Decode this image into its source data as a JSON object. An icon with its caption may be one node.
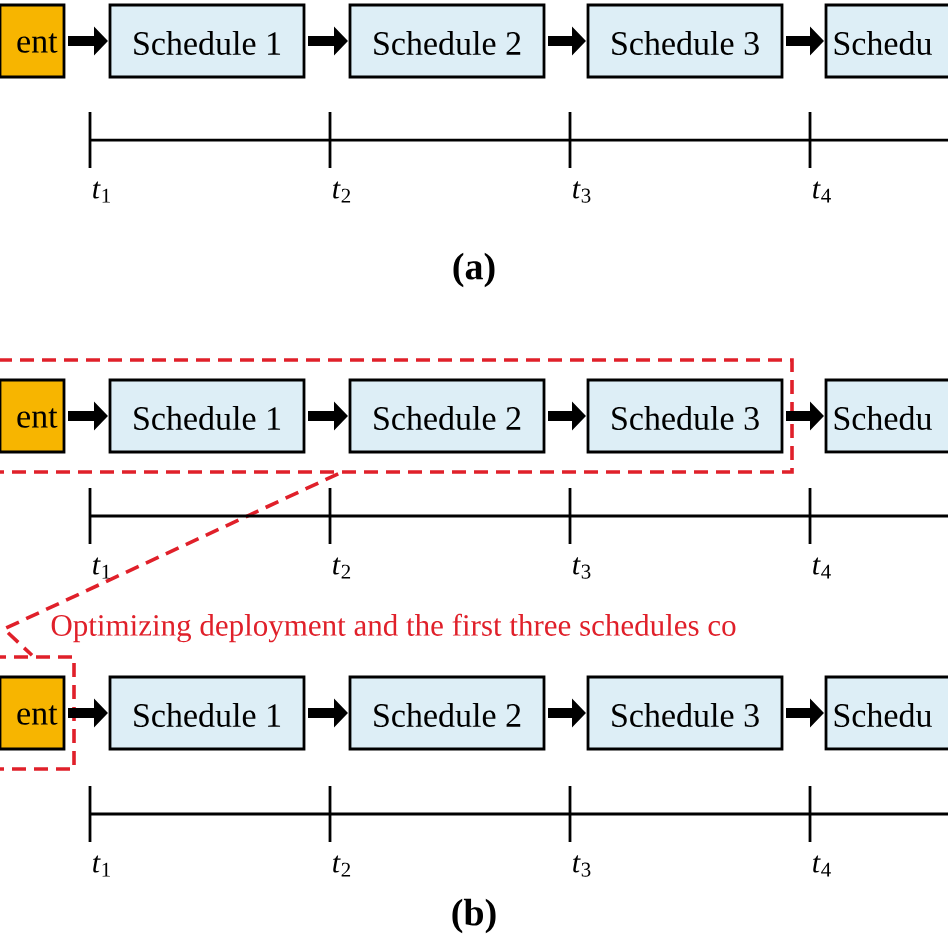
{
  "diagram": {
    "nodes": [
      {
        "text": [
          "ent"
        ]
      },
      {
        "text": [
          "Schedule 1"
        ]
      },
      {
        "text": [
          "Schedule 2"
        ]
      },
      {
        "text": [
          "Schedule 3"
        ]
      },
      {
        "text": [
          "Schedu"
        ]
      },
      {
        "text": [],
        "shape": "box"
      },
      {
        "text": [
          "ent"
        ],
        "in": 5
      },
      {
        "text": [
          "Schedule 1"
        ],
        "in": 5
      },
      {
        "text": [
          "Schedule 2"
        ],
        "in": 5
      },
      {
        "text": [
          "Schedule 3"
        ],
        "in": 5
      },
      {
        "text": [
          "Schedu"
        ]
      },
      {
        "text": [],
        "shape": "box"
      },
      {
        "text": [
          "ent"
        ],
        "in": 11
      },
      {
        "text": [
          "Schedule 1"
        ]
      },
      {
        "text": [
          "Schedule 2"
        ]
      },
      {
        "text": [
          "Schedule 3"
        ]
      },
      {
        "text": [
          "Schedu"
        ]
      }
    ],
    "edges": [
      {
        "from": 0,
        "to": 1,
        "arrow": "to"
      },
      {
        "from": 1,
        "to": 2,
        "arrow": "to"
      },
      {
        "from": 2,
        "to": 3,
        "arrow": "to"
      },
      {
        "from": 3,
        "to": 4,
        "arrow": "to"
      },
      {
        "from": 6,
        "to": 7,
        "arrow": "to"
      },
      {
        "from": 7,
        "to": 8,
        "arrow": "to"
      },
      {
        "from": 8,
        "to": 9,
        "arrow": "to"
      },
      {
        "from": 9,
        "to": 10,
        "arrow": "to"
      },
      {
        "from": 12,
        "to": 13,
        "arrow": "to"
      },
      {
        "from": 13,
        "to": 14,
        "arrow": "to"
      },
      {
        "from": 14,
        "to": 15,
        "arrow": "to"
      },
      {
        "from": 15,
        "to": 16,
        "arrow": "to"
      },
      {
        "from": 5,
        "to": 11,
        "arrow": "none",
        "style": "dashed",
        "color": "#e0202a"
      }
    ],
    "labels": [
      "*t*$_{1}$",
      "*t*$_{2}$",
      "*t*$_{3}$",
      "*t*$_{4}$",
      "(a)",
      "*t*$_{1}$",
      "*t*$_{2}$",
      "*t*$_{3}$",
      "*t*$_{4}$",
      "Optimizing deployment and the first three schedules co",
      "*t*$_{1}$",
      "*t*$_{2}$",
      "*t*$_{3}$",
      "*t*$_{4}$",
      "(b)"
    ]
  }
}
